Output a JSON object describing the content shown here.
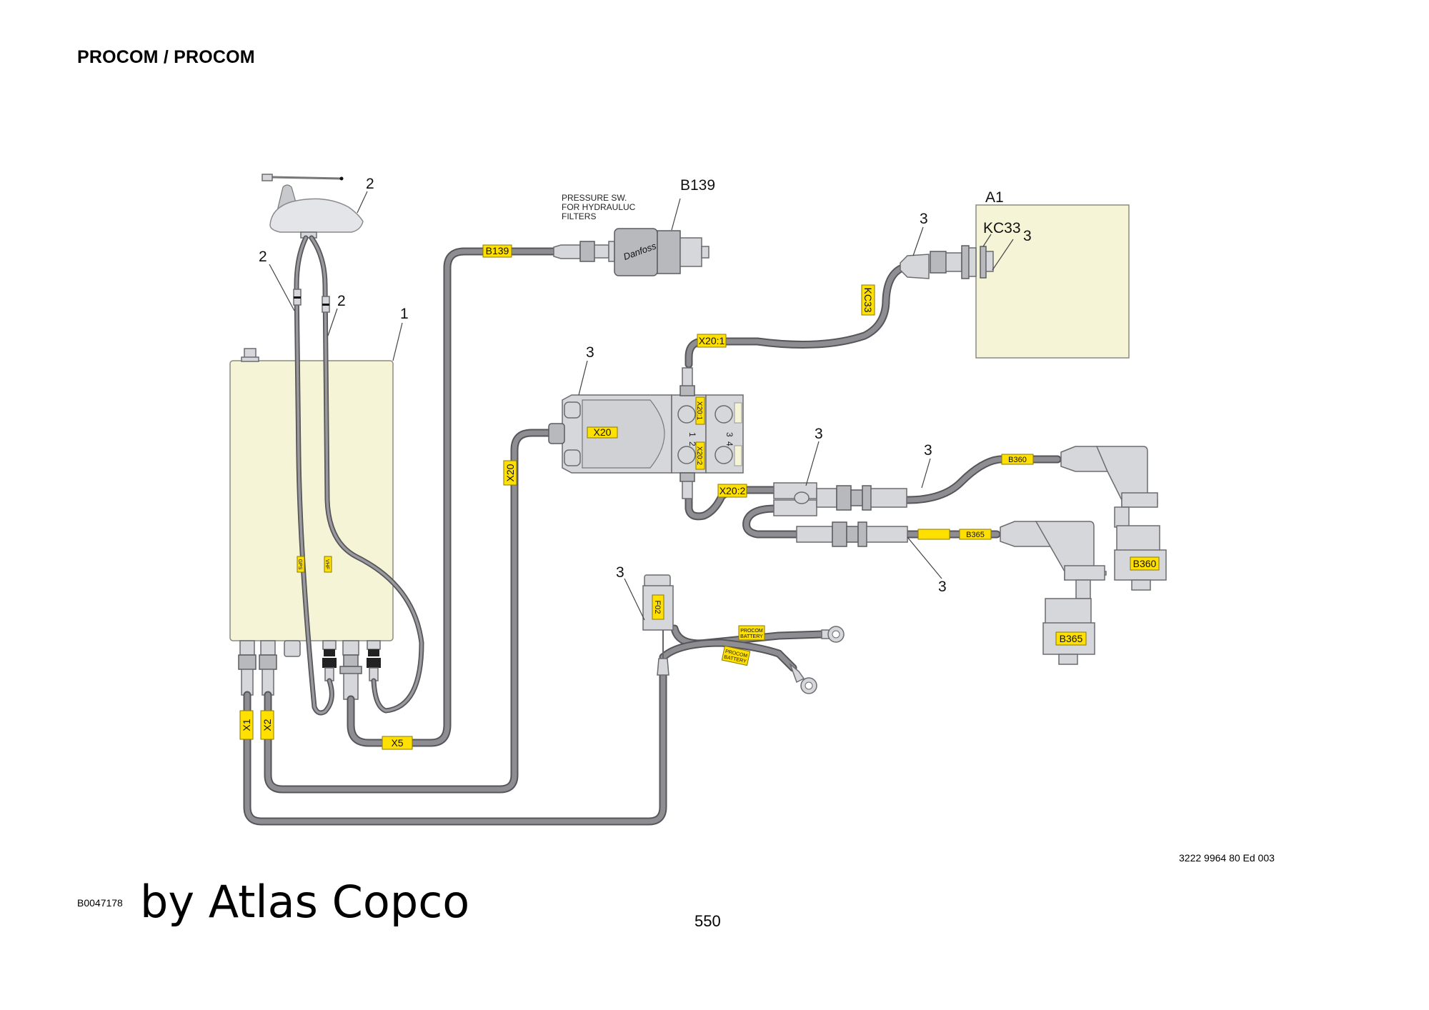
{
  "header": {
    "title": "PROCOM / PROCOM"
  },
  "footer": {
    "doc_ref": "3222 9964 80 Ed 003",
    "figure_id": "B0047178",
    "brand": "by Atlas Copco",
    "page_number": "550"
  },
  "diagram": {
    "colors": {
      "cable": "#8a8a8c",
      "cable_edge": "#555558",
      "component": "#d6d7db",
      "component_edge": "#6b6b70",
      "panel_fill": "#f6f4d6",
      "panel_edge": "#8c8c80",
      "tag_yellow": "#ffe000",
      "leader": "#444444"
    },
    "annotations": {
      "pressure_switch_note": [
        "PRESSURE SW.",
        "FOR HYDRAULUC",
        "FILTERS"
      ]
    },
    "designators": {
      "b139": "B139",
      "a1": "A1",
      "kc33": "KC33"
    },
    "callouts": {
      "antenna": "2",
      "cable_gps": "2",
      "cable_vhf": "2",
      "procom_unit": "1",
      "hub_x20": "3",
      "kc33_cable": "3",
      "kc33_connector": "3",
      "splitter": "3",
      "b360_cable": "3",
      "b365_cable": "3",
      "fuse_holder": "3"
    },
    "cable_tags": {
      "b139": "B139",
      "kc33": "KC33",
      "x20_1": "X20:1",
      "x20": "X20",
      "x20_hub": "X20",
      "x20_1_port": "X20:1",
      "x20_2_port": "X20:2",
      "x20_2": "X20:2",
      "b360": "B360",
      "b365": "B365",
      "b360_sensor": "B360",
      "b365_sensor": "B365",
      "x1": "X1",
      "x2": "X2",
      "x5": "X5",
      "gps": "GPS",
      "vhf": "VHF",
      "f02": "F02",
      "battery_plus_1": "PROCOM",
      "battery_plus_2": "BATTERY",
      "battery_minus_1": "PROCOM",
      "battery_minus_2": "BATTERY"
    },
    "hub_port_numbers": [
      "1",
      "2",
      "3",
      "4"
    ]
  }
}
